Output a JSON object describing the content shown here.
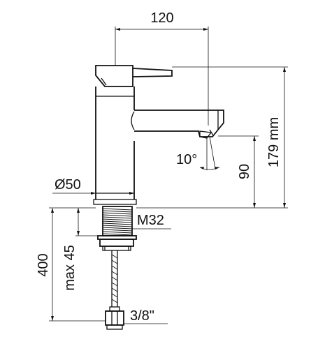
{
  "drawing": {
    "dimensions": {
      "spout_reach": "120",
      "total_height": "179 mm",
      "spout_height": "90",
      "spray_angle": "10°",
      "body_diameter": "Ø50",
      "thread_size": "M32",
      "hose_length": "400",
      "deck_thickness": "max 45",
      "hose_connection": "3/8\""
    }
  }
}
